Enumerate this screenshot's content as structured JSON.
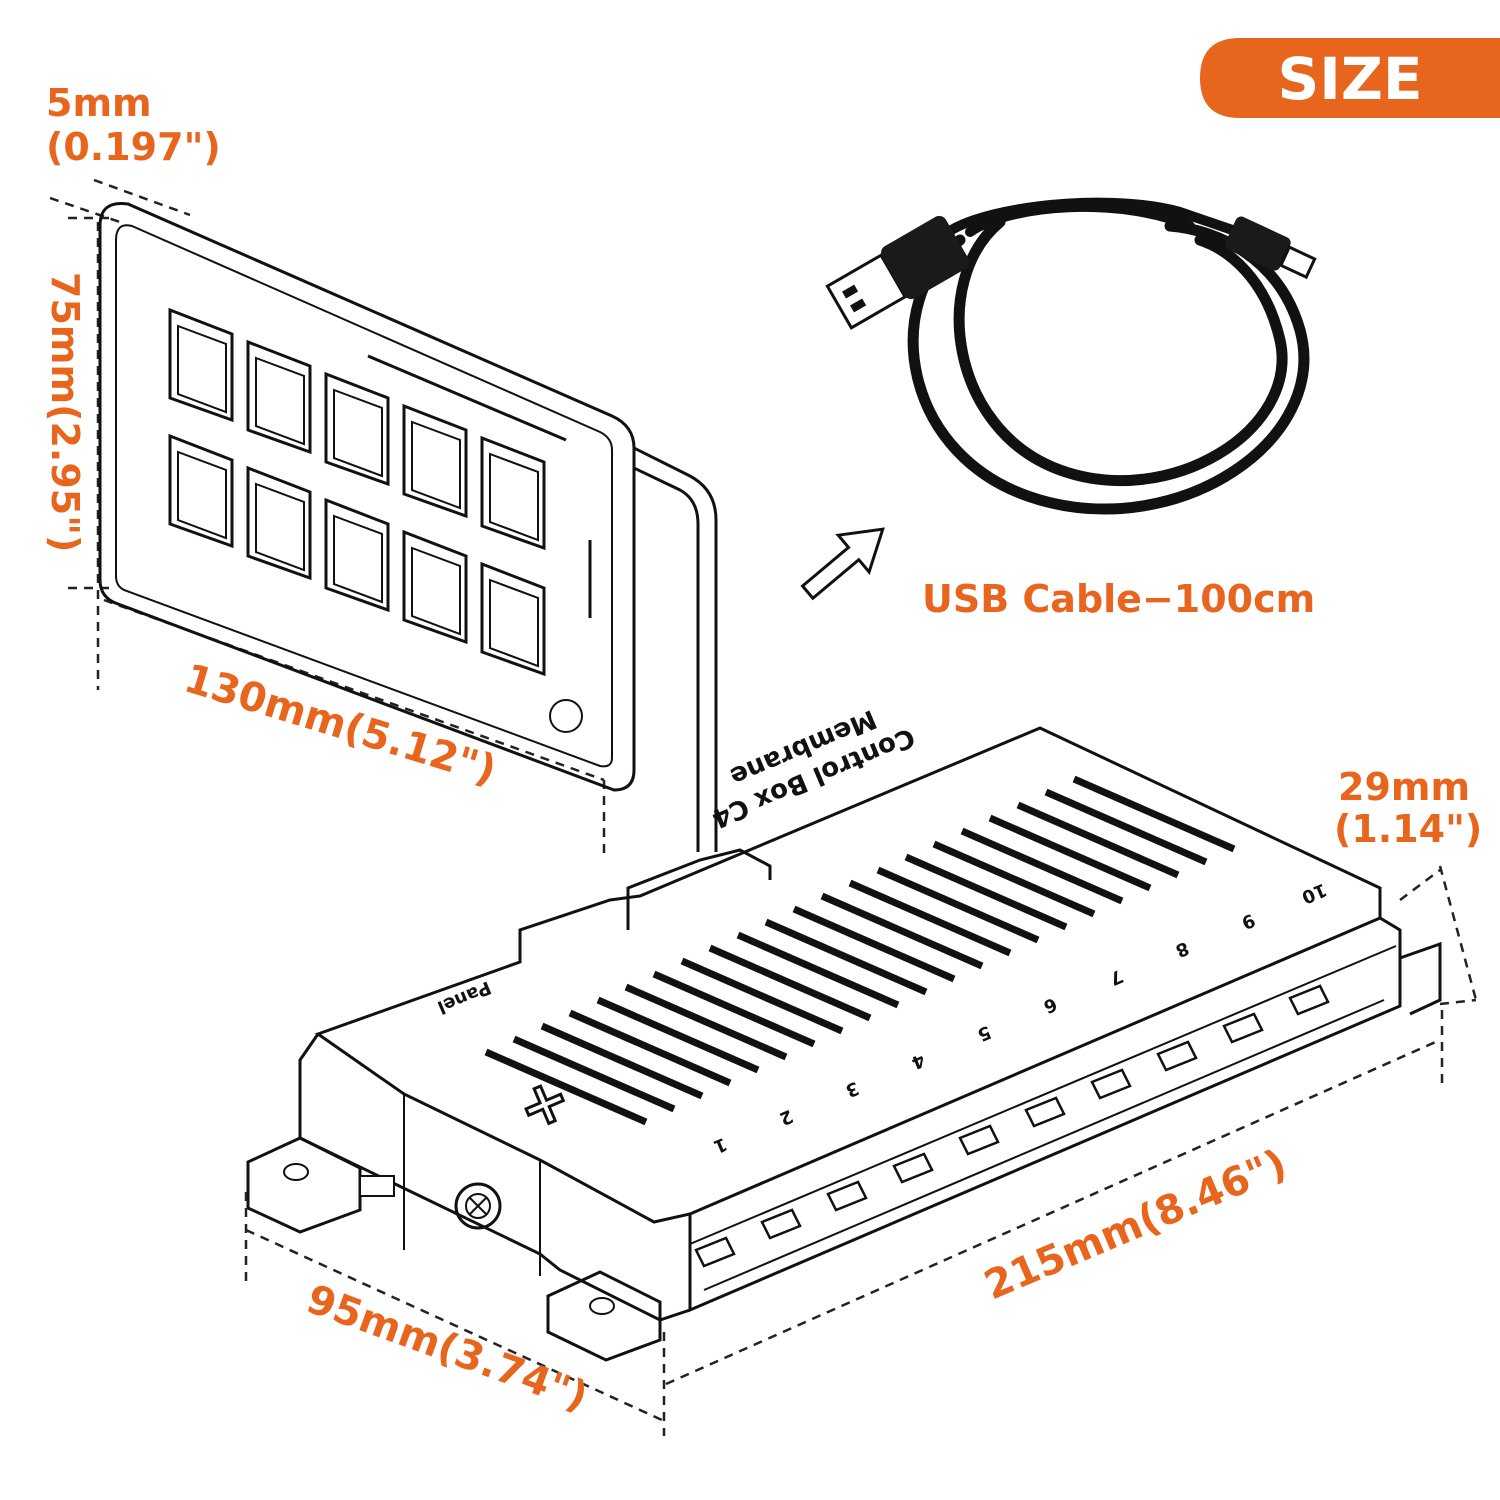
{
  "badge": {
    "label": "SIZE",
    "color": "#e8651e"
  },
  "panel": {
    "thickness_line1": "5mm",
    "thickness_line2": "(0.197\")",
    "height_label": "75mm(2.95\")",
    "width_label": "130mm(5.12\")",
    "button_count": 10
  },
  "cable": {
    "label": "USB Cable−100cm"
  },
  "control_box": {
    "title_line1": "Membrane",
    "title_line2": "Control Box C4",
    "port_label": "Panel",
    "channel_labels": [
      "1",
      "2",
      "3",
      "4",
      "5",
      "6",
      "7",
      "8",
      "9",
      "10"
    ],
    "plus_symbol": "+",
    "height_line1": "29mm",
    "height_line2": "(1.14\")",
    "length_label": "215mm(8.46\")",
    "width_label": "95mm(3.74\")"
  },
  "colors": {
    "accent": "#e8651e",
    "line": "#111111"
  }
}
